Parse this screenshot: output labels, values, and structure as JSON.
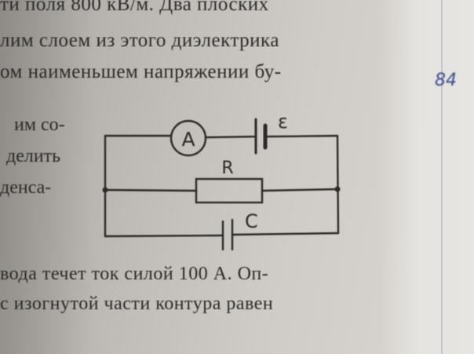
{
  "text": {
    "line1": "ти поля 800 кВ/м. Два плоских",
    "line2": "лим слоем из этого диэлектрика",
    "line3": "ом наименьшем напряжении бу-",
    "side1": "им со-",
    "side2": "делить",
    "side3": "денса-",
    "line4": "вода течет ток силой 100 А. Оп-",
    "line5": "с изогнутой части контура равен"
  },
  "margin_note": "84",
  "circuit": {
    "ammeter_label": "A",
    "emf_label": "ε",
    "resistor_label": "R",
    "capacitor_label": "C"
  }
}
